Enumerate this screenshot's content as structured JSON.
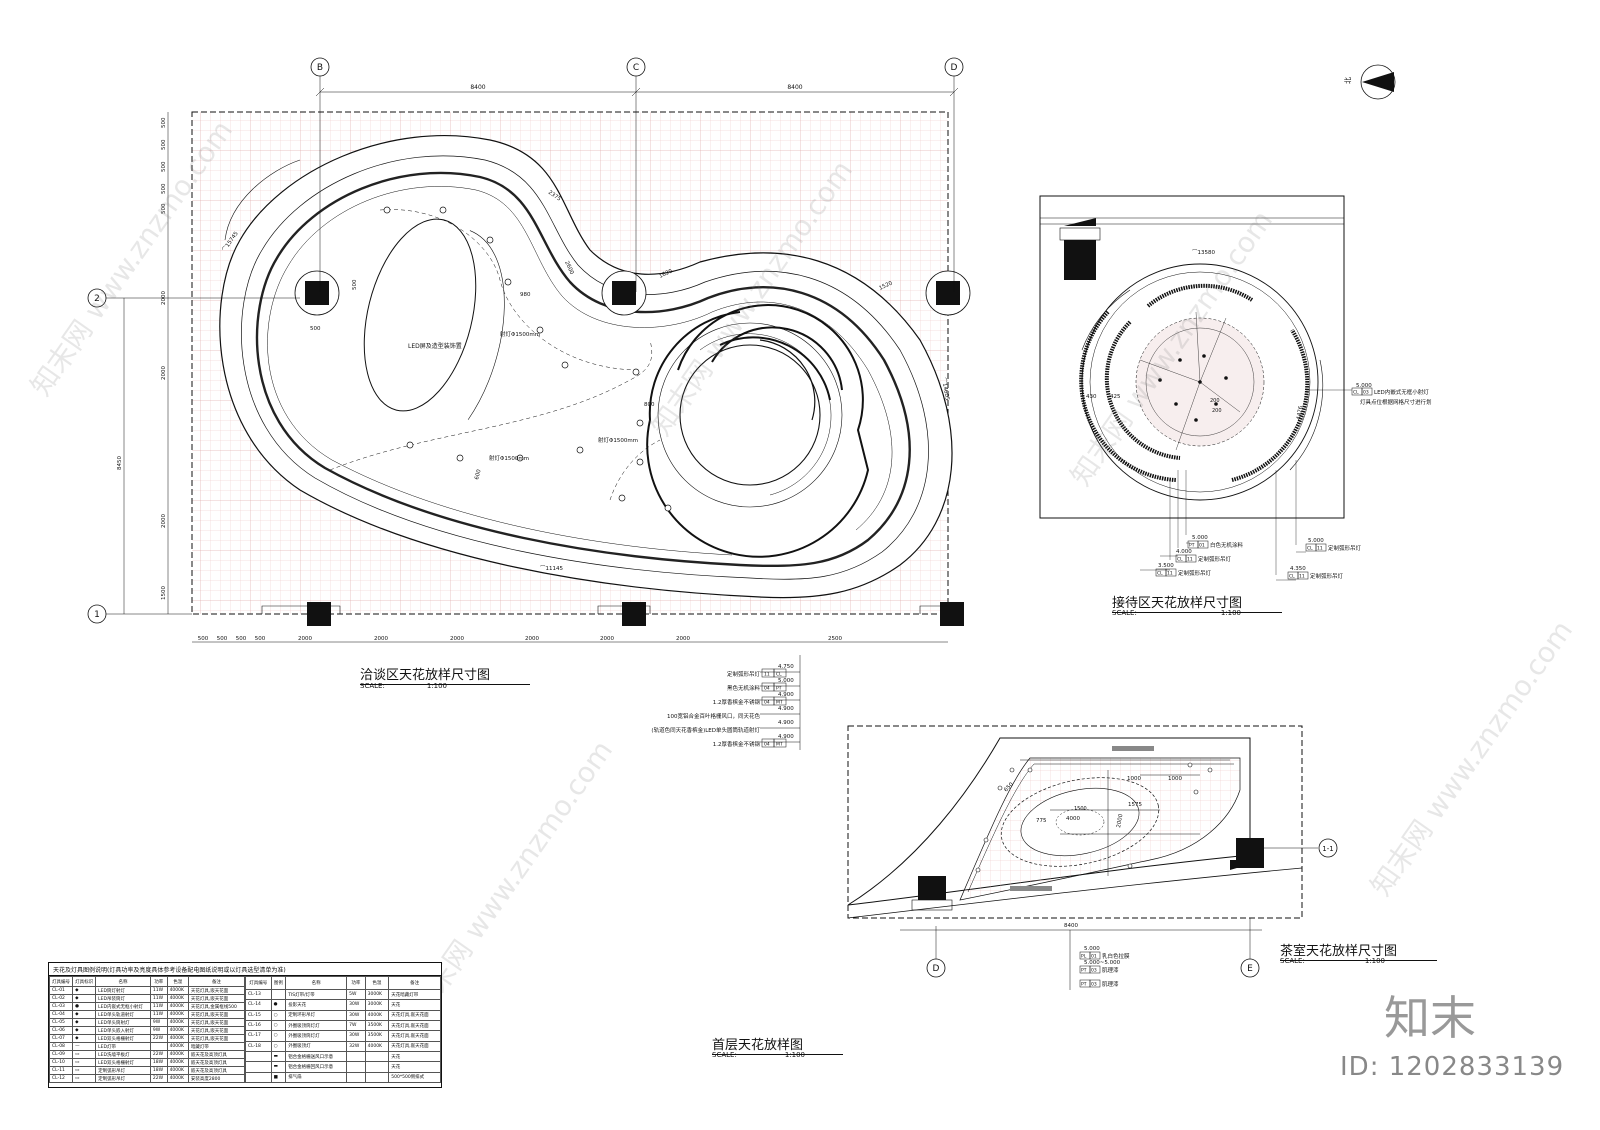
{
  "grid_labels": {
    "b": "B",
    "c": "C",
    "d": "D",
    "e": "E",
    "r1": "1",
    "r2": "2",
    "sec": "1-1"
  },
  "top_dims": [
    "8400",
    "8400"
  ],
  "bottom_dims": [
    "500",
    "500",
    "500",
    "500",
    "2000",
    "2000",
    "2000",
    "2000",
    "2000",
    "2000",
    "2500"
  ],
  "left_dims": [
    "500",
    "500",
    "500",
    "500",
    "500",
    "2000",
    "2000",
    "2000",
    "1500"
  ],
  "left_total": "8450",
  "plan1": {
    "title": "洽谈区天花放样尺寸图",
    "scale_label": "SCALE:",
    "scale_value": "1:100",
    "led_label": "LED屏及造型装饰置",
    "spot1": "射灯Φ1500mm",
    "spot2": "射灯Φ1500mm",
    "spot3": "射灯Φ1500mm",
    "dims": {
      "d2375": "2375",
      "d2600": "2600",
      "d1620": "1620",
      "d1520": "1520",
      "d980": "980",
      "d800": "800",
      "d600": "600",
      "d15745": "⌒15745",
      "d14605": "⌒14605",
      "d11145": "⌒11145",
      "col": "500",
      "col2": "500"
    },
    "notes": [
      {
        "elev": "4.750",
        "text": "定制弧形吊灯",
        "code": "11",
        "mat": "CL"
      },
      {
        "elev": "5.000",
        "text": "黑色无机涂料",
        "code": "04",
        "mat": "PT"
      },
      {
        "elev": "4.900",
        "text": "1.2厚香槟金不锈钢",
        "code": "04",
        "mat": "MT"
      },
      {
        "elev": "4.900",
        "text": "100宽铝合金百叶格栅风口，同天花色",
        "code": "",
        "mat": ""
      },
      {
        "elev": "4.900",
        "text": "(轨道色同天花香槟金)LED单头圆筒轨道射灯",
        "code": "",
        "mat": ""
      },
      {
        "elev": "4.900",
        "text": "1.2厚香槟金不锈钢",
        "code": "04",
        "mat": "MT"
      }
    ]
  },
  "plan2": {
    "title": "接待区天花放样尺寸图",
    "scale_label": "SCALE:",
    "scale_value": "1:100",
    "dims": {
      "d13580": "⌒13580",
      "d430": "430",
      "d425": "425",
      "d200": "200",
      "d200b": "200",
      "d4476": "4476"
    },
    "notes": [
      {
        "elev": "5.000",
        "text": "LED内嵌式无框小射灯",
        "code": "03",
        "mat": "CL"
      },
      {
        "elev": "",
        "text": "灯具点位根据网格尺寸进行划",
        "code": "",
        "mat": ""
      },
      {
        "elev": "5.000",
        "text": "白色无机涂料",
        "code": "01",
        "mat": "PT"
      },
      {
        "elev": "4.000",
        "text": "定制弧形吊灯",
        "code": "11",
        "mat": "CL"
      },
      {
        "elev": "3.500",
        "text": "定制弧形吊灯",
        "code": "11",
        "mat": "CL"
      },
      {
        "elev": "5.000",
        "text": "定制弧形吊灯",
        "code": "11",
        "mat": "CL"
      },
      {
        "elev": "4.350",
        "text": "定制弧形吊灯",
        "code": "11",
        "mat": "CL"
      }
    ]
  },
  "plan3": {
    "title": "茶室天花放样尺寸图",
    "scale_label": "SCALE:",
    "scale_value": "1:100",
    "bottom_dim": "8400",
    "dims": {
      "d1000": "1000",
      "d1000b": "1000",
      "d1575": "1575",
      "d775": "775",
      "d4000": "4000",
      "d1500": "1500",
      "d2000": "2000",
      "d650": "650"
    },
    "notes": [
      {
        "elev": "5.000",
        "text": "乳白色拉膜",
        "code": "01",
        "mat": "PL"
      },
      {
        "elev": "5.000~5.000",
        "text": "肌理漆",
        "code": "03",
        "mat": "PT"
      },
      {
        "elev": "",
        "text": "肌理漆",
        "code": "03",
        "mat": "PT"
      }
    ]
  },
  "sheet": {
    "title": "首层天花放样图",
    "scale_label": "SCALE:",
    "scale_value": "1:100"
  },
  "legend": {
    "title": "天花及灯具图例说明(灯具功率及亮度具体参考设备配电图纸说明或以灯具选型清单为准)",
    "headers": [
      "灯具编号",
      "灯具标识",
      "图例",
      "名称",
      "功率",
      "色温",
      "备注"
    ],
    "left_rows": [
      [
        "CL-01",
        "◆",
        "LED筒灯射灯",
        "11W",
        "4000K",
        "天花灯具,嵌天花面"
      ],
      [
        "CL-02",
        "◆",
        "LED吊装筒灯",
        "11W",
        "4000K",
        "天花灯具,嵌天花面"
      ],
      [
        "CL-03",
        "●",
        "LED内嵌式无框小射灯",
        "11W",
        "4000K",
        "天花灯具,金属框线500"
      ],
      [
        "CL-04",
        "◆",
        "LED单头轨道射灯",
        "11W",
        "4000K",
        "天花灯具,嵌天花面"
      ],
      [
        "CL-05",
        "◆",
        "LED单头筒射灯",
        "9W",
        "4000K",
        "天花灯具,嵌天花面"
      ],
      [
        "CL-06",
        "◆",
        "LED单头嵌入射灯",
        "9W",
        "4000K",
        "天花灯具,嵌天花面"
      ],
      [
        "CL-07",
        "◆",
        "LED双头格栅射灯",
        "22W",
        "4000K",
        "天花灯具,嵌天花面"
      ],
      [
        "CL-08",
        "—",
        "LED灯带",
        "",
        "4000K",
        "暗藏灯带"
      ],
      [
        "CL-09",
        "▭",
        "LED洗墙平板灯",
        "22W",
        "4000K",
        "嵌天花及高顶灯具"
      ],
      [
        "CL-10",
        "▭",
        "LED双头格栅射灯",
        "18W",
        "4000K",
        "嵌天花及高顶灯具"
      ],
      [
        "CL-11",
        "▭",
        "定制弧形吊灯",
        "18W",
        "4000K",
        "嵌天花及高顶灯具"
      ],
      [
        "CL-12",
        "▭",
        "定制弧形吊灯",
        "22W",
        "4000K",
        "安装高度2800"
      ]
    ],
    "right_rows": [
      [
        "CL-13",
        "",
        "TIS灯带/灯带",
        "5W",
        "3000K",
        "天花暗藏灯带"
      ],
      [
        "CL-14",
        "●",
        "投影天花",
        "30W",
        "3000K",
        "天花"
      ],
      [
        "CL-15",
        "○",
        "定制环形吊灯",
        "30W",
        "4000K",
        "天花灯具,嵌天花面"
      ],
      [
        "CL-16",
        "○",
        "外圈吸顶筒灯灯",
        "7W",
        "3500K",
        "天花灯具,嵌天花面"
      ],
      [
        "CL-17",
        "○",
        "外圈吸顶筒灯灯",
        "30W",
        "3500K",
        "天花灯具,嵌天花面"
      ],
      [
        "CL-18",
        "○",
        "外圈吸顶灯",
        "32W",
        "4000K",
        "天花灯具,嵌天花面"
      ],
      [
        "",
        "▬",
        "铝合金格栅送风口示意",
        "",
        "",
        "天花"
      ],
      [
        "",
        "▬",
        "铝合金格栅回风口示意",
        "",
        "",
        "天花"
      ],
      [
        "",
        "■",
        "排气扇",
        "",
        "",
        "500*500侧排式"
      ]
    ]
  },
  "watermarks": {
    "logo": "知末",
    "id": "ID: 1202833139",
    "line": "知末网 www.znzmo.com"
  },
  "north_label": "北"
}
